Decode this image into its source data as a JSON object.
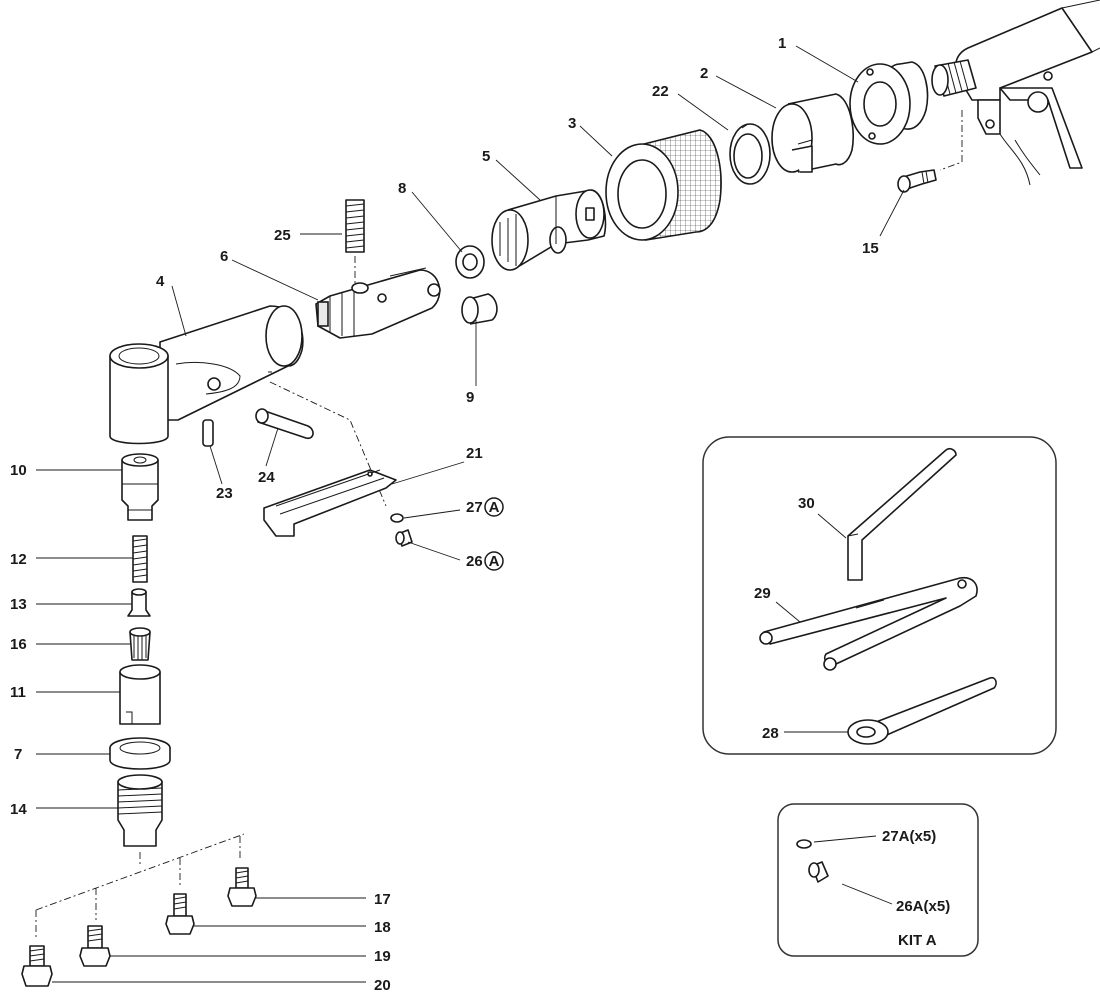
{
  "diagram": {
    "labels": {
      "p1": "1",
      "p2": "2",
      "p3": "3",
      "p4": "4",
      "p5": "5",
      "p6": "6",
      "p7": "7",
      "p8": "8",
      "p9": "9",
      "p10": "10",
      "p11": "11",
      "p12": "12",
      "p13": "13",
      "p14": "14",
      "p15": "15",
      "p16": "16",
      "p17": "17",
      "p18": "18",
      "p19": "19",
      "p20": "20",
      "p21": "21",
      "p22": "22",
      "p23": "23",
      "p24": "24",
      "p25": "25",
      "p26": "26",
      "p27": "27",
      "p28": "28",
      "p29": "29",
      "p30": "30"
    },
    "kit_marker": "A",
    "kit_box": {
      "item_27": "27A(x5)",
      "item_26": "26A(x5)",
      "title": "KIT A"
    }
  }
}
